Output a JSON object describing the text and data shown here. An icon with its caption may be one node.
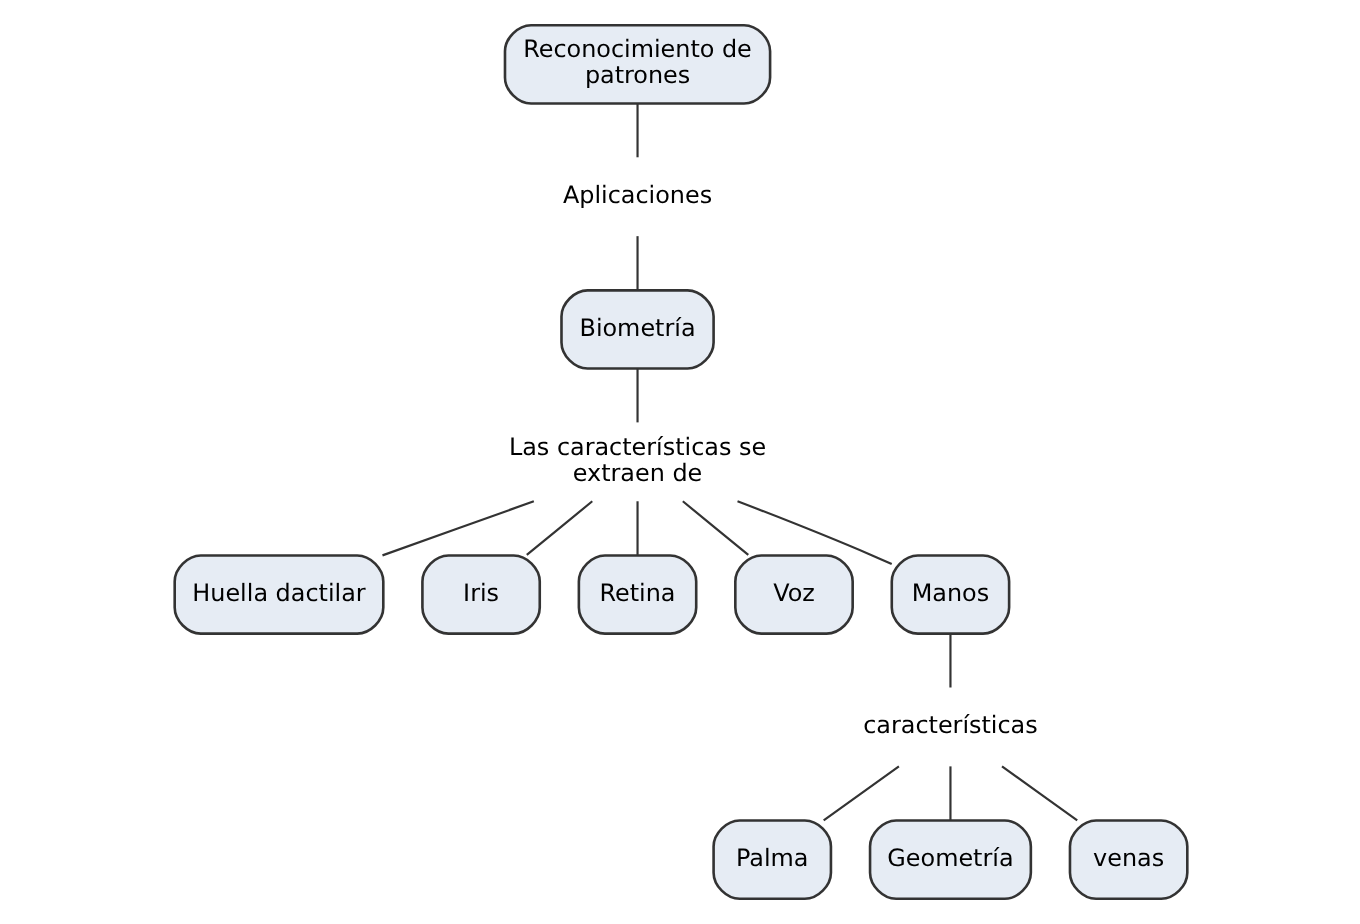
{
  "diagram": {
    "nodes": [
      {
        "text": [
          "Reconocimiento de patrones"
        ]
      },
      {
        "text": [
          "Aplicaciones"
        ]
      },
      {
        "text": [
          "Biometría"
        ]
      },
      {
        "text": [
          "Las características se extraen de"
        ]
      },
      {
        "text": [
          "Huella dactilar"
        ]
      },
      {
        "text": [
          "Iris"
        ]
      },
      {
        "text": [
          "Retina"
        ]
      },
      {
        "text": [
          "Voz"
        ]
      },
      {
        "text": [
          "Manos"
        ]
      },
      {
        "text": [
          "características"
        ]
      },
      {
        "text": [
          "Palma"
        ]
      },
      {
        "text": [
          "Geometría"
        ]
      },
      {
        "text": [
          "venas"
        ]
      }
    ],
    "edges": [
      {
        "from": 0,
        "to": 1,
        "arrow": "none"
      },
      {
        "from": 1,
        "to": 2,
        "arrow": "none"
      },
      {
        "from": 2,
        "to": 3,
        "arrow": "none"
      },
      {
        "from": 3,
        "to": 4,
        "arrow": "none"
      },
      {
        "from": 3,
        "to": 5,
        "arrow": "none"
      },
      {
        "from": 3,
        "to": 6,
        "arrow": "none"
      },
      {
        "from": 3,
        "to": 7,
        "arrow": "none"
      },
      {
        "from": 3,
        "to": 8,
        "arrow": "none"
      },
      {
        "from": 8,
        "to": 9,
        "arrow": "none"
      },
      {
        "from": 9,
        "to": 10,
        "arrow": "none"
      },
      {
        "from": 9,
        "to": 11,
        "arrow": "none"
      },
      {
        "from": 9,
        "to": 12,
        "arrow": "none"
      }
    ]
  }
}
